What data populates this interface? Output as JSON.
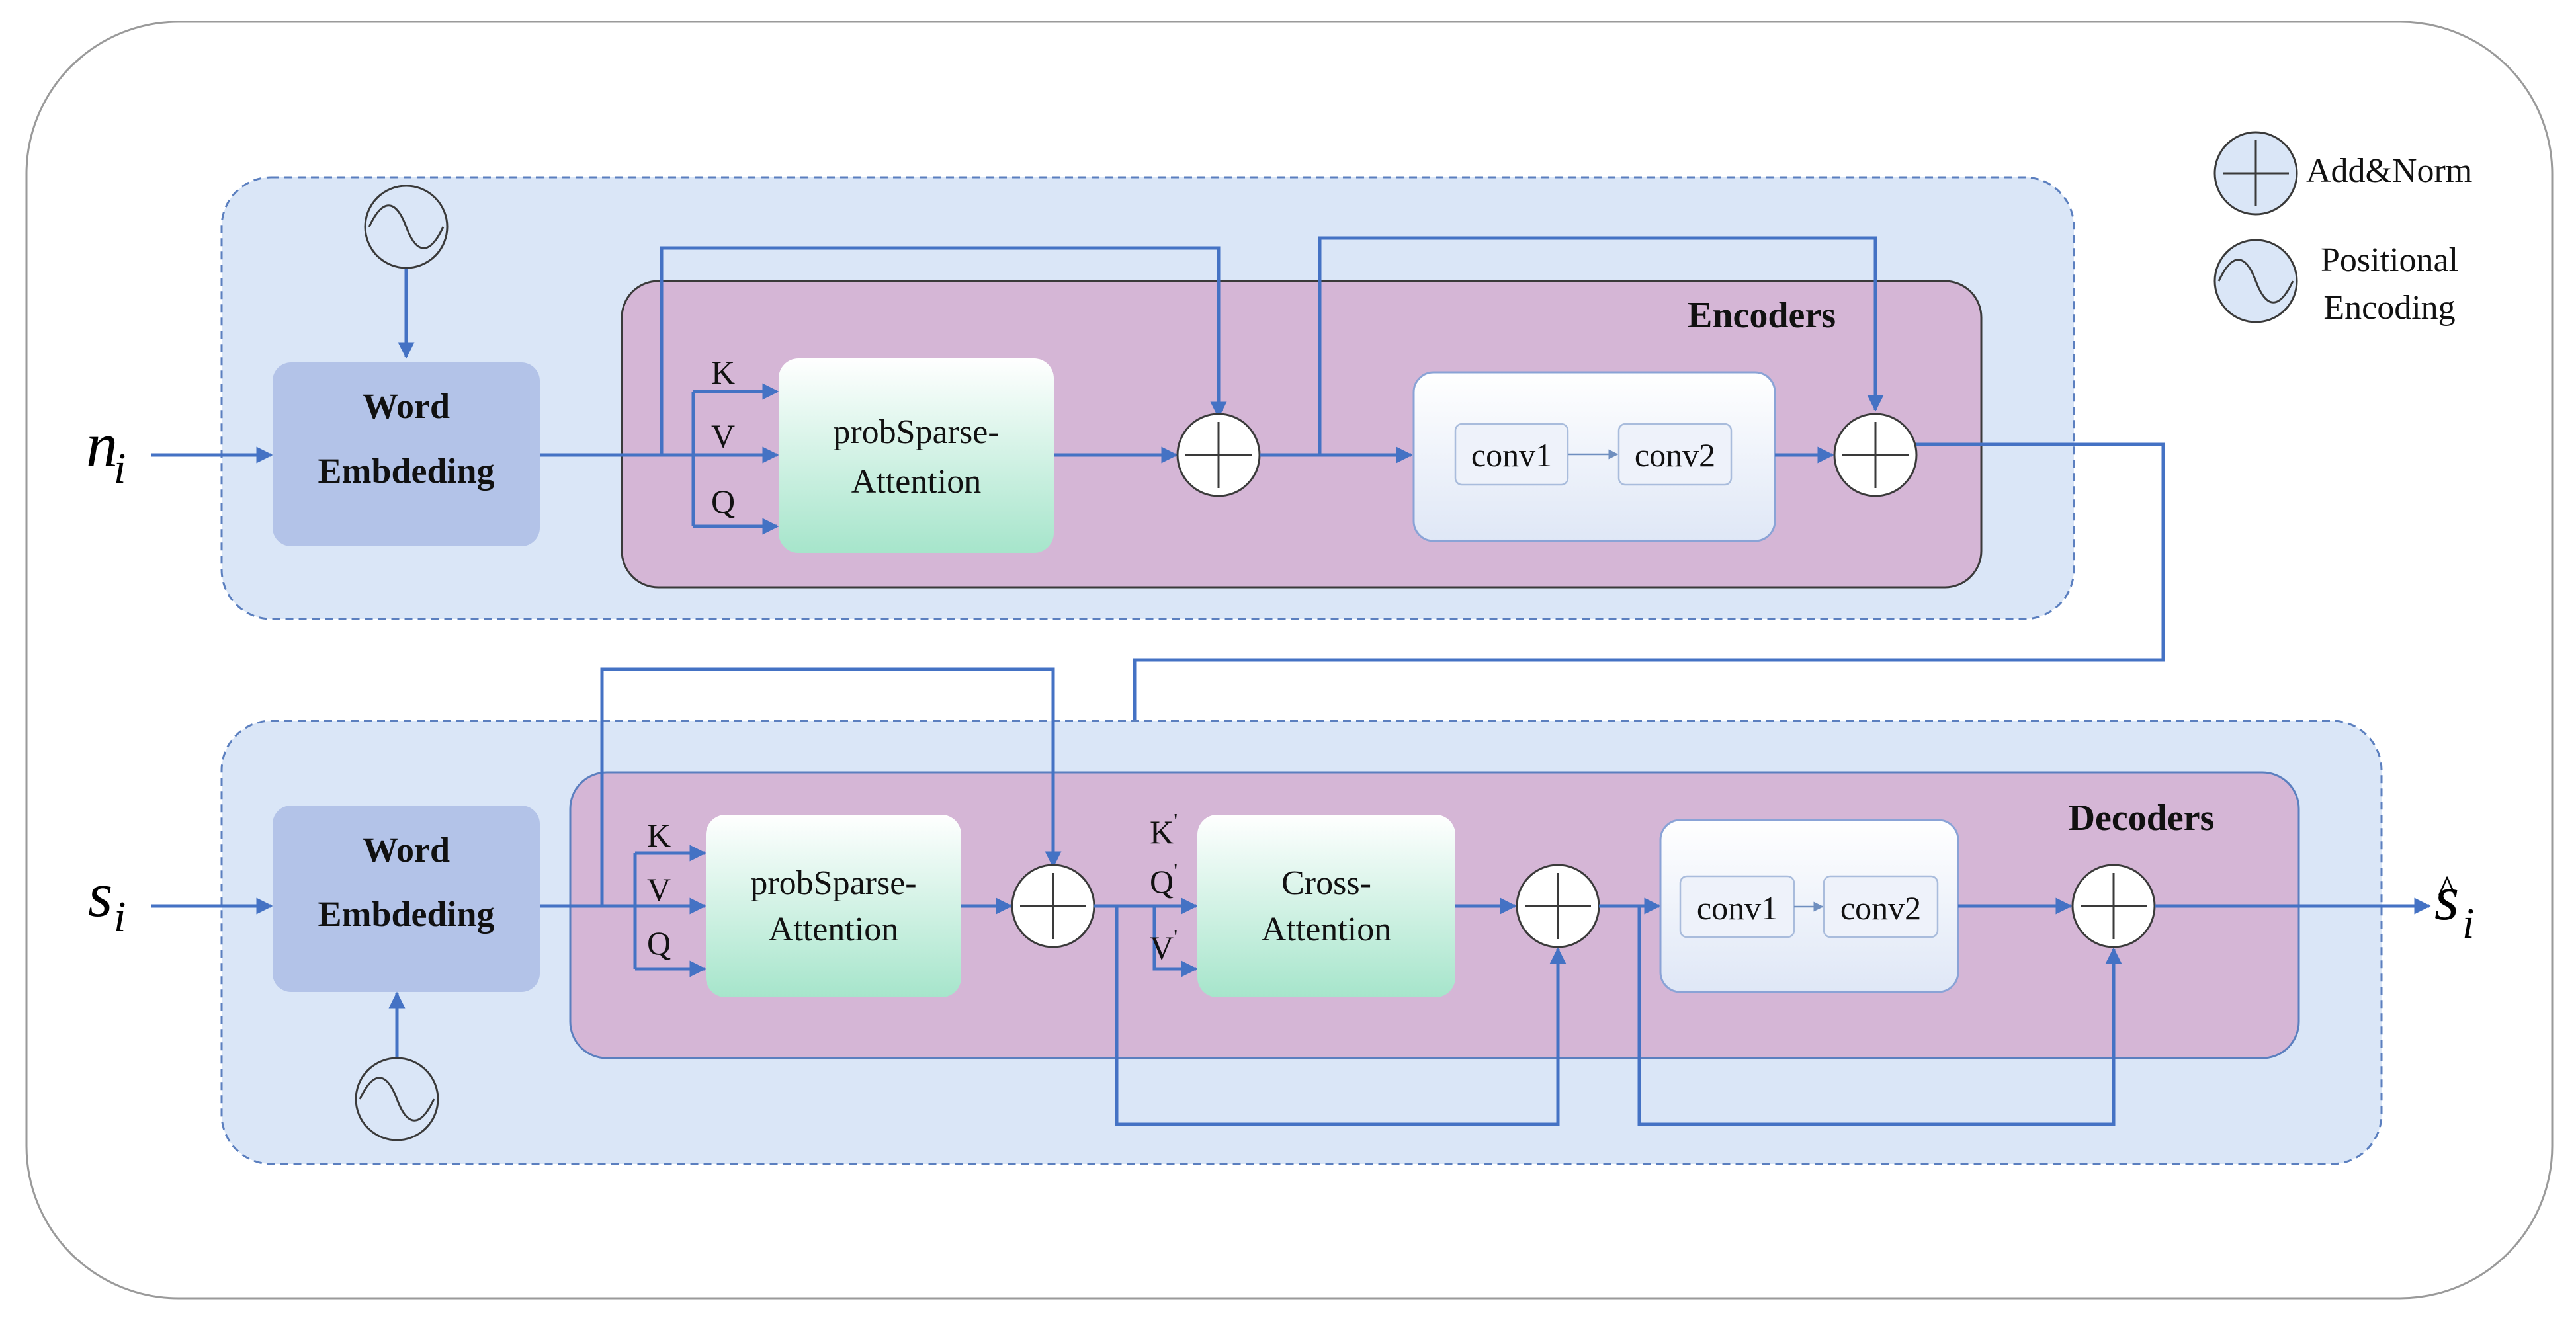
{
  "legend": {
    "add_norm": "Add&Norm",
    "positional_line1": "Positional",
    "positional_line2": "Encoding"
  },
  "encoder": {
    "input_main": "n",
    "input_sub": "i",
    "embedding_line1": "Word",
    "embedding_line2": "Embdeding",
    "block_title": "Encoders",
    "k": "K",
    "v": "V",
    "q": "Q",
    "attention_line1": "probSparse-",
    "attention_line2": "Attention",
    "conv1": "conv1",
    "conv2": "conv2"
  },
  "decoder": {
    "input_main": "s",
    "input_sub": "i",
    "embedding_line1": "Word",
    "embedding_line2": "Embdeding",
    "block_title": "Decoders",
    "k": "K",
    "v": "V",
    "q": "Q",
    "attention_line1": "probSparse-",
    "attention_line2": "Attention",
    "k_prime": "K",
    "q_prime": "Q",
    "v_prime": "V",
    "prime_mark": "'",
    "cross_line1": "Cross-",
    "cross_line2": "Attention",
    "conv1": "conv1",
    "conv2": "conv2",
    "output_main": "s",
    "output_hat": "^",
    "output_sub": "i"
  },
  "colors": {
    "outer_border": "#9a9a9a",
    "stage_fill": "#dae6f7",
    "block_fill": "#d5b6d6",
    "embedding_fill": "#b3c3e8",
    "attention_top": "#ffffff",
    "attention_bottom": "#a8e6cc",
    "wire": "#4472C4"
  }
}
